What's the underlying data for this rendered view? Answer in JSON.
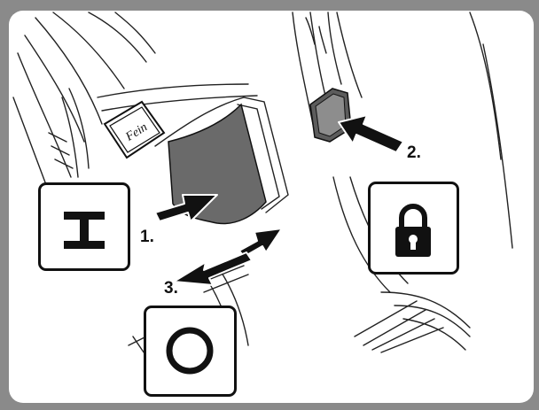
{
  "steps": {
    "step1": "1.",
    "step2": "2.",
    "step3": "3."
  },
  "symbols": {
    "on": "power-on-symbol",
    "off": "power-off-symbol",
    "lock": "padlock-symbol"
  },
  "colors": {
    "frame": "#8a8a8a",
    "frame_inner": "#ffffff",
    "switch_fill": "#6a6a6a",
    "arrow": "#111111",
    "line": "#222222"
  }
}
